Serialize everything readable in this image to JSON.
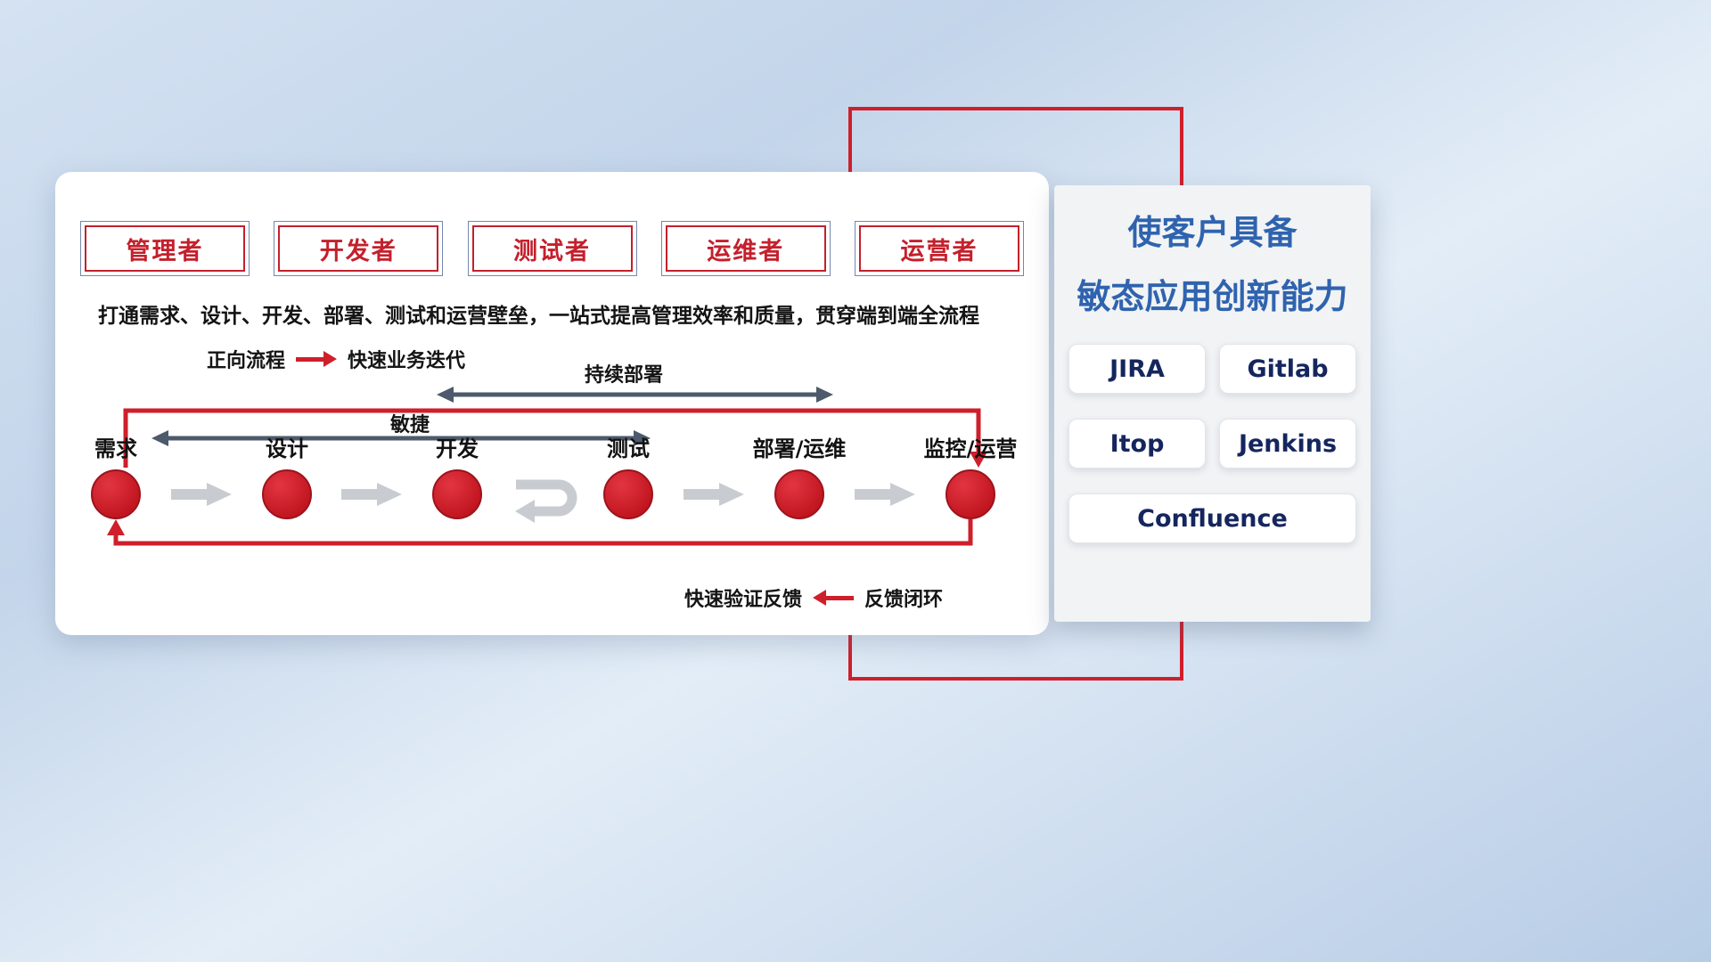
{
  "card": {
    "roles": [
      {
        "label": "管理者"
      },
      {
        "label": "开发者"
      },
      {
        "label": "测试者"
      },
      {
        "label": "运维者"
      },
      {
        "label": "运营者"
      }
    ],
    "description": "打通需求、设计、开发、部署、测试和运营壁垒，一站式提高管理效率和质量，贯穿端到端全流程",
    "forward_legend": {
      "label": "正向流程",
      "value": "快速业务迭代"
    },
    "feedback_legend": {
      "label": "快速验证反馈",
      "value": "反馈闭环"
    },
    "flow": {
      "stages": [
        {
          "label": "需求"
        },
        {
          "label": "设计"
        },
        {
          "label": "开发"
        },
        {
          "label": "测试"
        },
        {
          "label": "部署/运维"
        },
        {
          "label": "监控/运营"
        }
      ],
      "agile_label": "敏捷",
      "cd_label": "持续部署"
    }
  },
  "panel": {
    "title_line1": "使客户具备",
    "title_line2": "敏态应用创新能力",
    "tools": [
      {
        "label": "JIRA"
      },
      {
        "label": "Gitlab"
      },
      {
        "label": "Itop"
      },
      {
        "label": "Jenkins"
      },
      {
        "label": "Confluence"
      }
    ]
  },
  "colors": {
    "accent_red": "#cf1f2b",
    "title_blue": "#2f63ae",
    "arrow_dark": "#4d5a6b",
    "arrow_gray": "#c8ccd1"
  }
}
